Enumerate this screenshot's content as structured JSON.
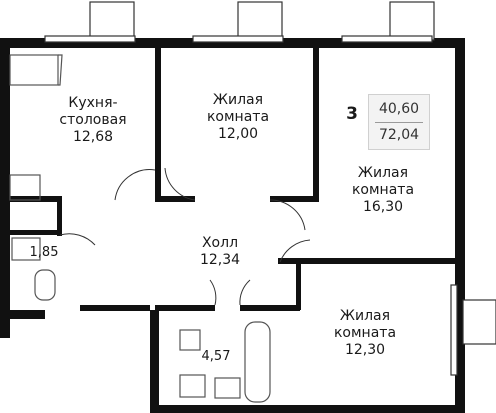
{
  "plan": {
    "rooms_count": "3",
    "living_area": "40,60",
    "total_area": "72,04",
    "rooms": [
      {
        "name_line1": "Кухня-",
        "name_line2": "столовая",
        "area": "12,68"
      },
      {
        "name_line1": "Жилая",
        "name_line2": "комната",
        "area": "12,00"
      },
      {
        "name_line1": "Жилая",
        "name_line2": "комната",
        "area": "16,30"
      },
      {
        "name_line1": "Холл",
        "area": "12,34"
      },
      {
        "name_line1": "Жилая",
        "name_line2": "комната",
        "area": "12,30"
      }
    ],
    "bathroom_small_area": "1,85",
    "bathroom_area": "4,57"
  },
  "colors": {
    "wall": "#111111",
    "fixture": "#555555",
    "badge_bg": "#f3f3f3"
  }
}
